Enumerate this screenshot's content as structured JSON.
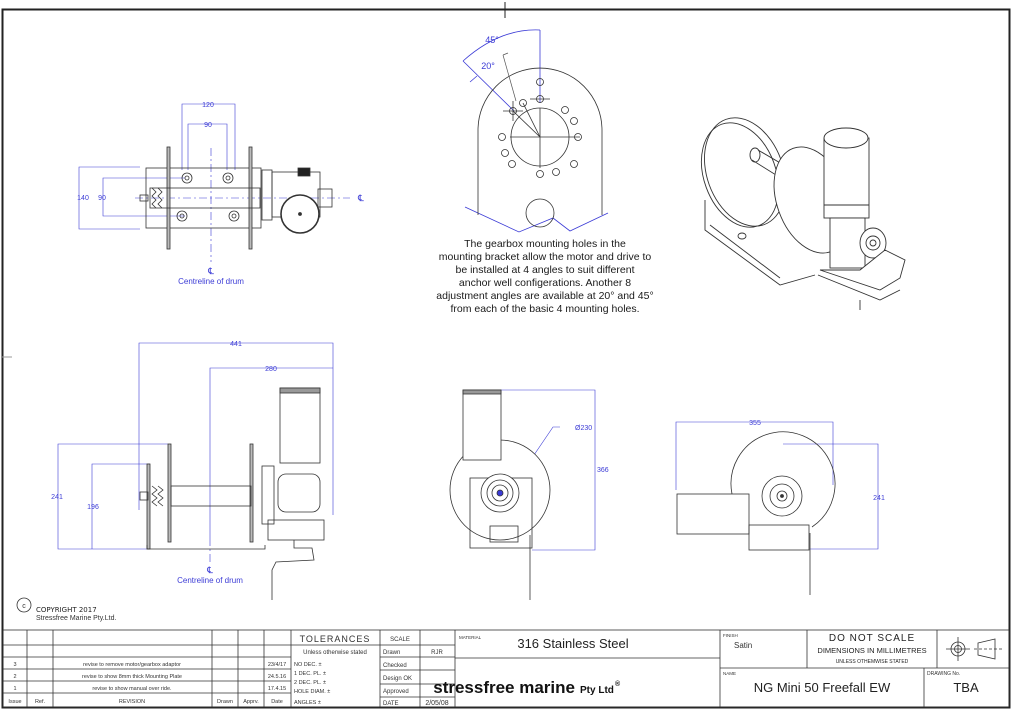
{
  "drawing": {
    "title": "NG Mini 50 Freefall EW",
    "copyright_line1": "COPYRIGHT 2017",
    "copyright_line2": "Stressfree Marine Pty.Ltd.",
    "copyright_symbol": "c",
    "centreline_symbol": "℄",
    "centreline_label": "Centreline of drum",
    "centreline_short": "CL"
  },
  "views": {
    "top_view": {
      "dims": {
        "width_outer": "120",
        "width_inner": "90",
        "height_outer": "140",
        "height_inner": "90"
      }
    },
    "mounting_detail": {
      "angle_large": "45°",
      "angle_small": "20°",
      "note_lines": [
        "The gearbox mounting holes in the",
        "mounting bracket allow the motor and drive to",
        "be installed at 4 angles to suit different",
        "anchor well configerations. Another 8",
        "adjustment angles are available at 20° and 45°",
        "from each of the basic 4 mounting holes."
      ]
    },
    "side_view": {
      "dims": {
        "overall_length": "441",
        "centre_to_end": "280",
        "height_outer": "241",
        "height_inner": "196"
      }
    },
    "front_view": {
      "dims": {
        "drum_diameter": "Ø230",
        "height": "366"
      }
    },
    "rear_view": {
      "dims": {
        "width": "355",
        "height": "241"
      }
    }
  },
  "title_block": {
    "revision_headers": {
      "issue": "Issue",
      "ref": "Ref.",
      "revision": "REVISION",
      "drawn": "Drawn",
      "approved": "Apprv.",
      "date": "Date"
    },
    "revisions": [
      {
        "issue": "",
        "ref": "",
        "revision": "",
        "drawn": "",
        "approved": "",
        "date": ""
      },
      {
        "issue": "",
        "ref": "",
        "revision": "",
        "drawn": "",
        "approved": "",
        "date": ""
      },
      {
        "issue": "3",
        "ref": "",
        "revision": "revise to remove motor/gearbox adaptor",
        "drawn": "",
        "approved": "",
        "date": "23/4/17"
      },
      {
        "issue": "2",
        "ref": "",
        "revision": "revise to show 8mm thick Mounting Plate",
        "drawn": "",
        "approved": "",
        "date": "24.5.16"
      },
      {
        "issue": "1",
        "ref": "",
        "revision": "revise to show manual over ride.",
        "drawn": "",
        "approved": "",
        "date": "17.4.15"
      }
    ],
    "tolerances": {
      "heading": "TOLERANCES",
      "subheading": "Unless otherwise stated",
      "lines": [
        "NO DEC. ±",
        "1 DEC. PL. ±",
        "2 DEC. PL. ±",
        "HOLE DIAM. ±",
        "ANGLES ±"
      ]
    },
    "sign_off": {
      "scale_label": "SCALE",
      "scale_value": "",
      "drawn_label": "Drawn",
      "drawn_value": "RJR",
      "checked_label": "Checked",
      "checked_value": "",
      "design_label": "Design OK",
      "design_value": "",
      "approved_label": "Approved",
      "approved_value": "",
      "date_label": "DATE",
      "date_value": "2/05/08"
    },
    "material_label": "MATERIAL",
    "material_value": "316 Stainless Steel",
    "company_name": "stressfree marine",
    "company_suffix": "Pty Ltd",
    "company_reg": "®",
    "finish_label": "FINISH",
    "finish_value": "Satin",
    "notice_line1": "DO NOT SCALE",
    "notice_line2": "DIMENSIONS IN MILLIMETRES",
    "notice_line3": "UNLESS OTHEMWISE STATED",
    "name_label": "NAME",
    "name_value": "NG Mini 50 Freefall EW",
    "drawing_no_label": "DRAWING No.",
    "drawing_no_value": "TBA",
    "projection_symbol": "third-angle-projection-icon"
  },
  "colors": {
    "line": "#222222",
    "dimension": "#3b3bd6",
    "paper": "#ffffff"
  }
}
